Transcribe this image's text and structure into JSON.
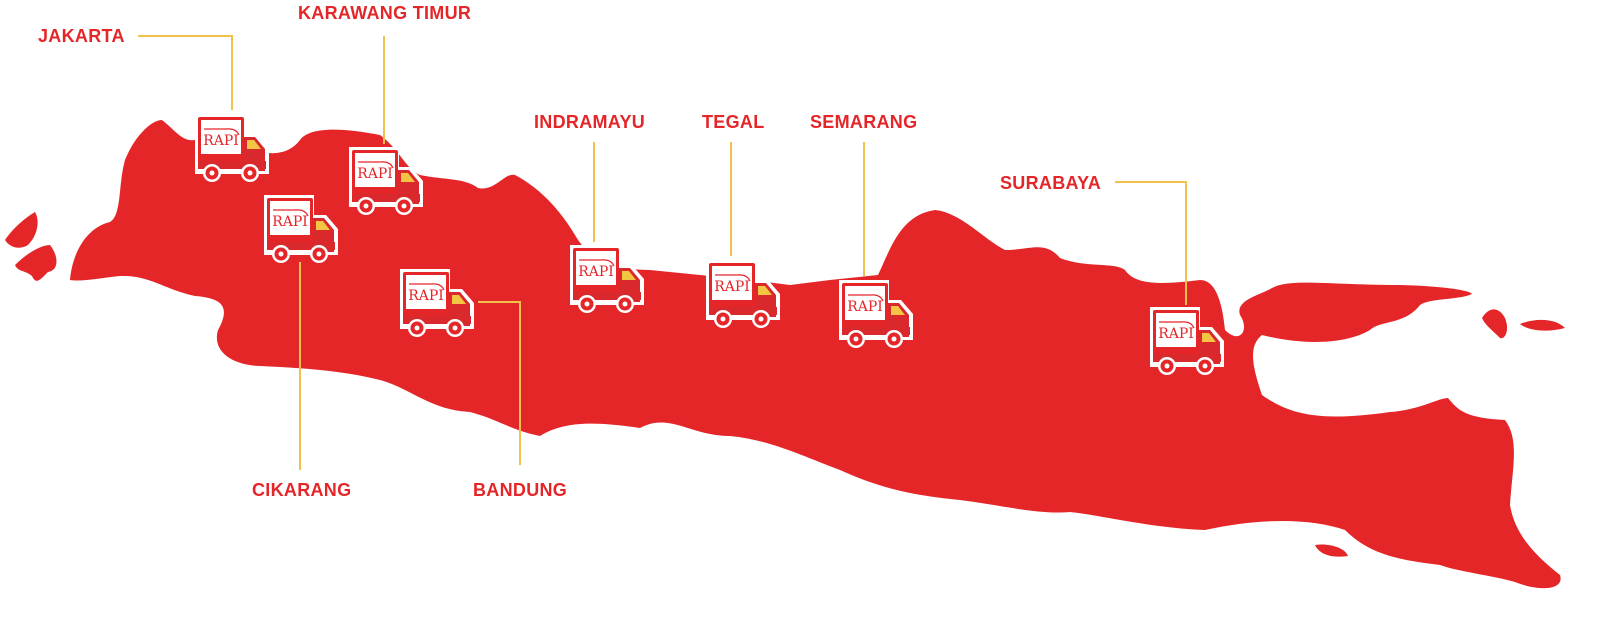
{
  "colors": {
    "island": "#e52629",
    "line": "#f2c14b",
    "label": "#e52629",
    "cab_window": "#f4c542"
  },
  "truck_logo": "RAPI",
  "locations": [
    {
      "name": "JAKARTA"
    },
    {
      "name": "KARAWANG TIMUR"
    },
    {
      "name": "CIKARANG"
    },
    {
      "name": "BANDUNG"
    },
    {
      "name": "INDRAMAYU"
    },
    {
      "name": "TEGAL"
    },
    {
      "name": "SEMARANG"
    },
    {
      "name": "SURABAYA"
    }
  ]
}
